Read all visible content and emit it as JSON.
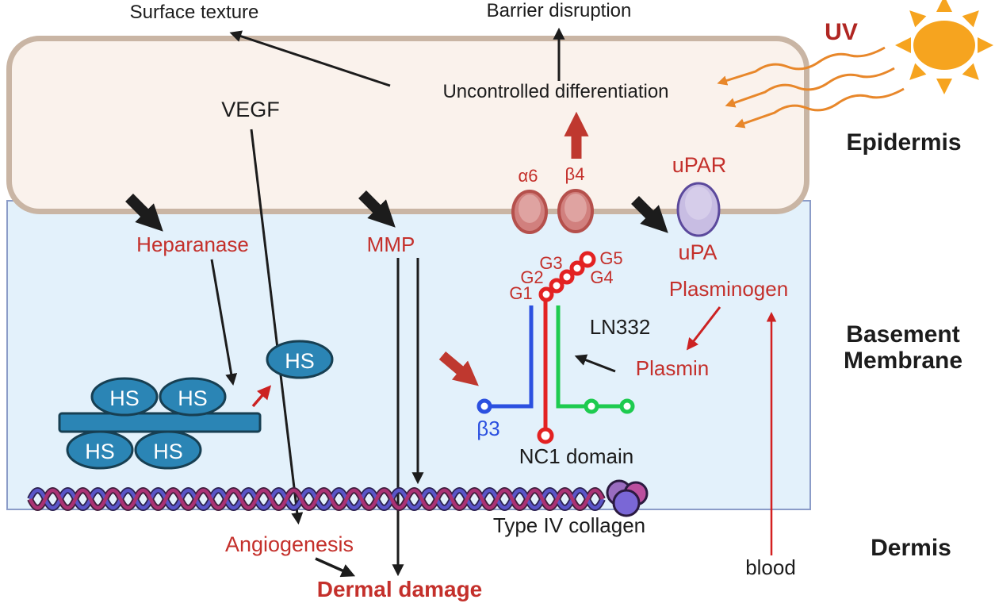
{
  "top": {
    "surface_texture": "Surface texture",
    "barrier_disruption": "Barrier disruption",
    "uncontrolled_differentiation": "Uncontrolled differentiation",
    "uv": "UV"
  },
  "layers": {
    "epidermis": "Epidermis",
    "basement_line1": "Basement",
    "basement_line2": "Membrane",
    "dermis": "Dermis"
  },
  "epidermis": {
    "vegf": "VEGF",
    "alpha6": "α6",
    "beta4": "β4",
    "upar": "uPAR"
  },
  "basement": {
    "heparanase": "Heparanase",
    "mmp": "MMP",
    "upa": "uPA",
    "plasminogen": "Plasminogen",
    "plasmin": "Plasmin",
    "ln332": "LN332",
    "g1": "G1",
    "g2": "G2",
    "g3": "G3",
    "g4": "G4",
    "g5": "G5",
    "beta3": "β3",
    "nc1_domain": "NC1 domain",
    "hs": "HS",
    "type_iv_collagen": "Type IV collagen"
  },
  "dermis": {
    "angiogenesis": "Angiogenesis",
    "dermal_damage": "Dermal damage",
    "blood": "blood"
  },
  "colors": {
    "red_text": "#c4302b",
    "dark_red": "#b02622",
    "epidermis_fill": "#faf2ec",
    "epidermis_border": "#c9b5a4",
    "basement_fill": "#e3f1fb",
    "basement_border": "#8b9cc8",
    "teal_hs": "#2b85b5",
    "laminin_blue": "#2b50e0",
    "laminin_red": "#e32222",
    "laminin_green": "#1ecb4f",
    "upar_fill": "#c8bde3",
    "integrin_fill": "#d98f8d",
    "sun_orange": "#f6a41f",
    "uv_wave_orange": "#e8872a",
    "collagen_purple": "#5a55c8",
    "collagen_magenta": "#aa3274",
    "block_arrow_red": "#bf382f"
  }
}
